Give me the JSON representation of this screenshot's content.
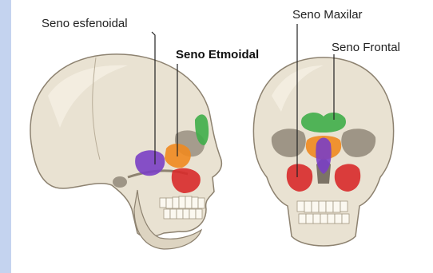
{
  "labels": {
    "sphenoid": "Seno esfenoidal",
    "ethmoid": "Seno Etmoidal",
    "maxillary": "Seno Maxilar",
    "frontal": "Seno Frontal"
  },
  "colors": {
    "background": "#c4d3ef",
    "bone": "#e9e2d2",
    "bone_shadow": "#b8ad98",
    "frontal_sinus": "#3fae49",
    "ethmoid_sinus": "#f08a1f",
    "maxillary_sinus": "#d82a2a",
    "sphenoid_sinus": "#7a3fc4"
  },
  "icons": [
    "skull-lateral-view",
    "skull-frontal-view"
  ]
}
